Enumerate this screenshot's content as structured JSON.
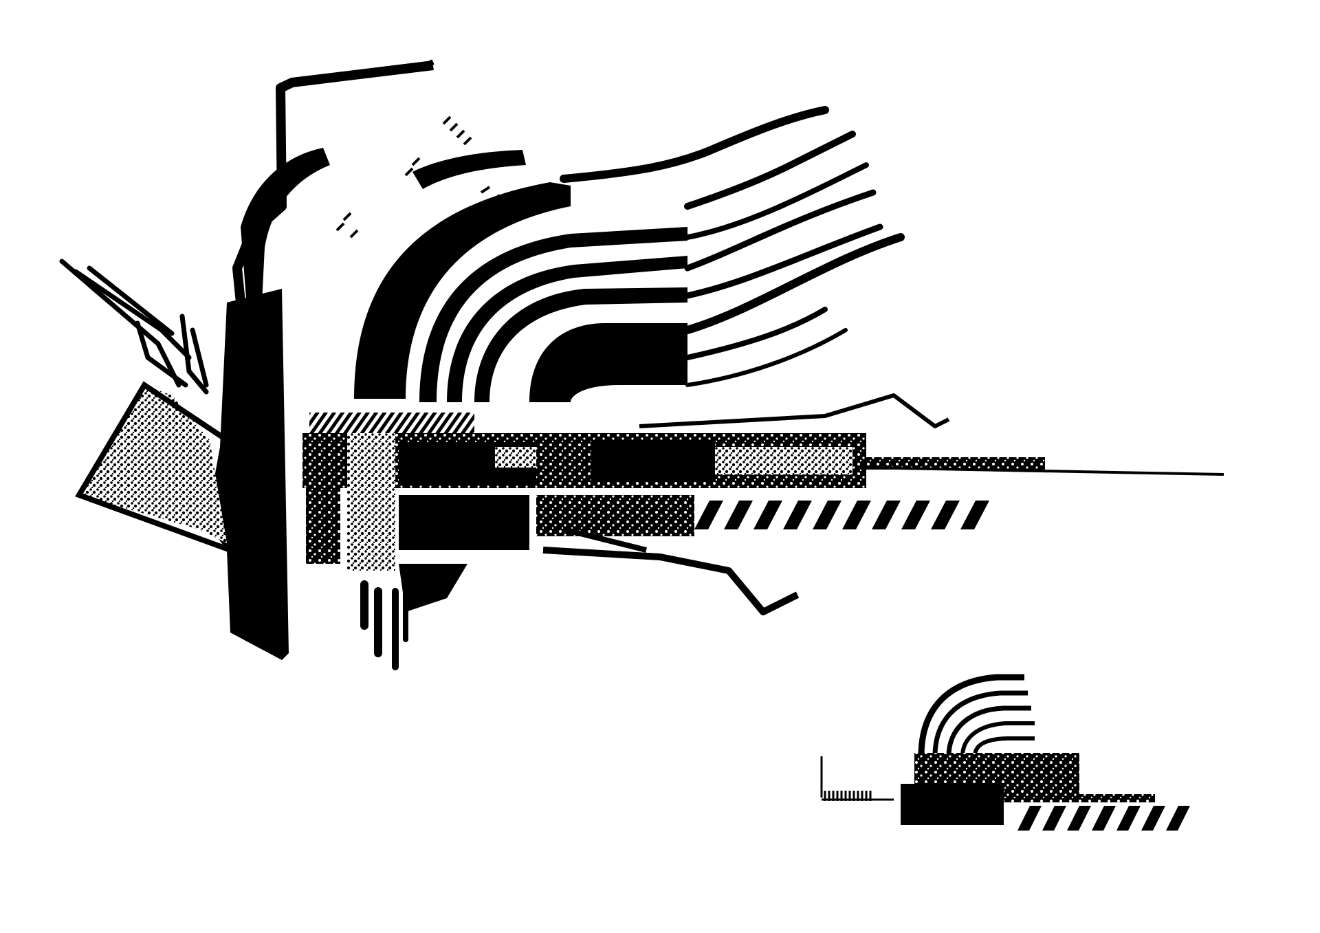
{
  "artwork": {
    "colors": {
      "ink": "#000000",
      "paper": "#ffffff",
      "texture": "#888888"
    },
    "elements": [
      "main-composition",
      "large-arc-band",
      "swooping-lines",
      "textured-triangle",
      "vertical-pillar",
      "horizontal-spine",
      "diagonal-stripe-bar",
      "small-composition"
    ],
    "main_stripe_count": 10,
    "small_stripe_count": 7
  }
}
